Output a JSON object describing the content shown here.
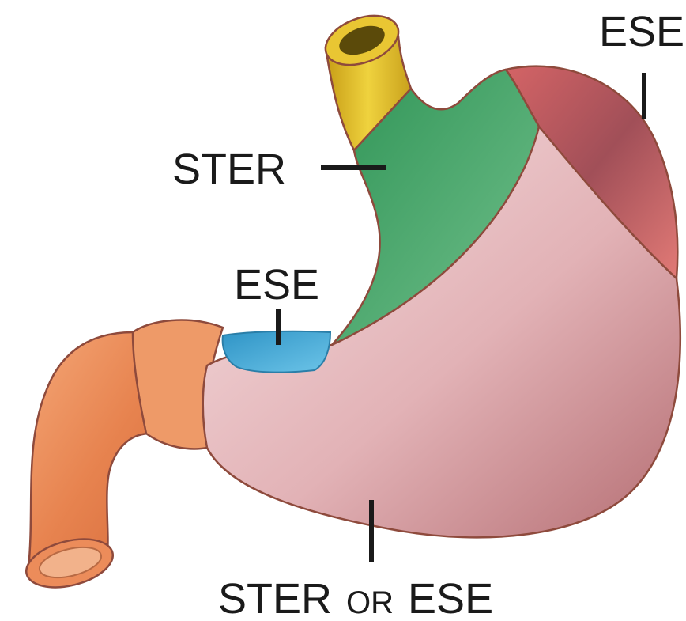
{
  "diagram": {
    "subject": "stomach",
    "regions": [
      {
        "id": "fundus-top",
        "color": "#cc5a5e"
      },
      {
        "id": "upper-body",
        "color": "#4aa872"
      },
      {
        "id": "lower-body",
        "color": "#e6b8bc"
      },
      {
        "id": "pylorus-patch",
        "color": "#3fa6d0"
      },
      {
        "id": "esophagus",
        "color": "#e2c22a"
      },
      {
        "id": "duodenum",
        "color": "#ec8c5a"
      }
    ],
    "labels": {
      "top_right": "ESE",
      "left_upper": "STER",
      "middle": "ESE",
      "bottom": {
        "part1": "STER",
        "connector": "OR",
        "part2": "ESE"
      }
    }
  }
}
